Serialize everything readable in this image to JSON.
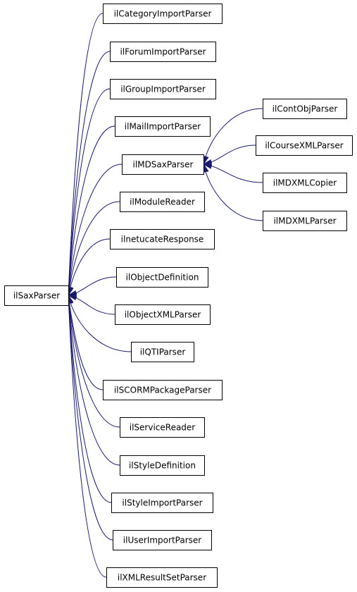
{
  "diagram": {
    "type": "class-inheritance-graph",
    "nodes": [
      {
        "id": "ilSaxParser",
        "label": "ilSaxParser"
      },
      {
        "id": "ilCategoryImportParser",
        "label": "ilCategoryImportParser"
      },
      {
        "id": "ilForumImportParser",
        "label": "ilForumImportParser"
      },
      {
        "id": "ilGroupImportParser",
        "label": "ilGroupImportParser"
      },
      {
        "id": "ilMailImportParser",
        "label": "ilMailImportParser"
      },
      {
        "id": "ilMDSaxParser",
        "label": "ilMDSaxParser"
      },
      {
        "id": "ilModuleReader",
        "label": "ilModuleReader"
      },
      {
        "id": "ilnetucateResponse",
        "label": "ilnetucateResponse"
      },
      {
        "id": "ilObjectDefinition",
        "label": "ilObjectDefinition"
      },
      {
        "id": "ilObjectXMLParser",
        "label": "ilObjectXMLParser"
      },
      {
        "id": "ilQTIParser",
        "label": "ilQTIParser"
      },
      {
        "id": "ilSCORMPackageParser",
        "label": "ilSCORMPackageParser"
      },
      {
        "id": "ilServiceReader",
        "label": "ilServiceReader"
      },
      {
        "id": "ilStyleDefinition",
        "label": "ilStyleDefinition"
      },
      {
        "id": "ilStyleImportParser",
        "label": "ilStyleImportParser"
      },
      {
        "id": "ilUserImportParser",
        "label": "ilUserImportParser"
      },
      {
        "id": "ilXMLResultSetParser",
        "label": "ilXMLResultSetParser"
      },
      {
        "id": "ilContObjParser",
        "label": "ilContObjParser"
      },
      {
        "id": "ilCourseXMLParser",
        "label": "ilCourseXMLParser"
      },
      {
        "id": "ilMDXMLCopier",
        "label": "ilMDXMLCopier"
      },
      {
        "id": "ilMDXMLParser",
        "label": "ilMDXMLParser"
      }
    ],
    "edges": [
      {
        "from": "ilCategoryImportParser",
        "to": "ilSaxParser"
      },
      {
        "from": "ilForumImportParser",
        "to": "ilSaxParser"
      },
      {
        "from": "ilGroupImportParser",
        "to": "ilSaxParser"
      },
      {
        "from": "ilMailImportParser",
        "to": "ilSaxParser"
      },
      {
        "from": "ilMDSaxParser",
        "to": "ilSaxParser"
      },
      {
        "from": "ilModuleReader",
        "to": "ilSaxParser"
      },
      {
        "from": "ilnetucateResponse",
        "to": "ilSaxParser"
      },
      {
        "from": "ilObjectDefinition",
        "to": "ilSaxParser"
      },
      {
        "from": "ilObjectXMLParser",
        "to": "ilSaxParser"
      },
      {
        "from": "ilQTIParser",
        "to": "ilSaxParser"
      },
      {
        "from": "ilSCORMPackageParser",
        "to": "ilSaxParser"
      },
      {
        "from": "ilServiceReader",
        "to": "ilSaxParser"
      },
      {
        "from": "ilStyleDefinition",
        "to": "ilSaxParser"
      },
      {
        "from": "ilStyleImportParser",
        "to": "ilSaxParser"
      },
      {
        "from": "ilUserImportParser",
        "to": "ilSaxParser"
      },
      {
        "from": "ilXMLResultSetParser",
        "to": "ilSaxParser"
      },
      {
        "from": "ilContObjParser",
        "to": "ilMDSaxParser"
      },
      {
        "from": "ilCourseXMLParser",
        "to": "ilMDSaxParser"
      },
      {
        "from": "ilMDXMLCopier",
        "to": "ilMDSaxParser"
      },
      {
        "from": "ilMDXMLParser",
        "to": "ilMDSaxParser"
      }
    ],
    "colors": {
      "edge": "#191970",
      "node_border": "#000000",
      "node_fill": "#ffffff",
      "text": "#000000",
      "background": "#ffffff"
    }
  }
}
